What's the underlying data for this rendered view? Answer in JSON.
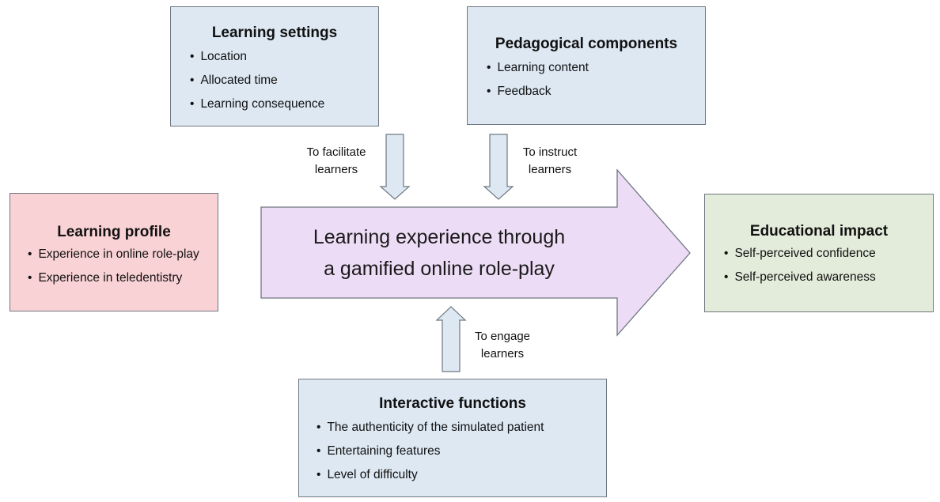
{
  "learning_settings": {
    "title": "Learning settings",
    "items": [
      "Location",
      "Allocated time",
      "Learning consequence"
    ]
  },
  "pedagogical_components": {
    "title": "Pedagogical components",
    "items": [
      "Learning content",
      "Feedback"
    ]
  },
  "learning_profile": {
    "title": "Learning profile",
    "items": [
      "Experience in online role-play",
      "Experience in teledentistry"
    ]
  },
  "central": {
    "line1": "Learning experience through",
    "line2": "a gamified online role-play"
  },
  "educational_impact": {
    "title": "Educational impact",
    "items": [
      "Self-perceived confidence",
      "Self-perceived awareness"
    ]
  },
  "interactive_functions": {
    "title": "Interactive functions",
    "items": [
      "The authenticity of the simulated patient",
      "Entertaining features",
      "Level of difficulty"
    ]
  },
  "arrow_labels": {
    "facilitate": {
      "line1": "To facilitate",
      "line2": "learners"
    },
    "instruct": {
      "line1": "To instruct",
      "line2": "learners"
    },
    "engage": {
      "line1": "To engage",
      "line2": "learners"
    }
  },
  "colors": {
    "blue": "#dde8f3",
    "pink": "#f9d2d5",
    "lavender": "#eddcf6",
    "green": "#e3ebda"
  }
}
